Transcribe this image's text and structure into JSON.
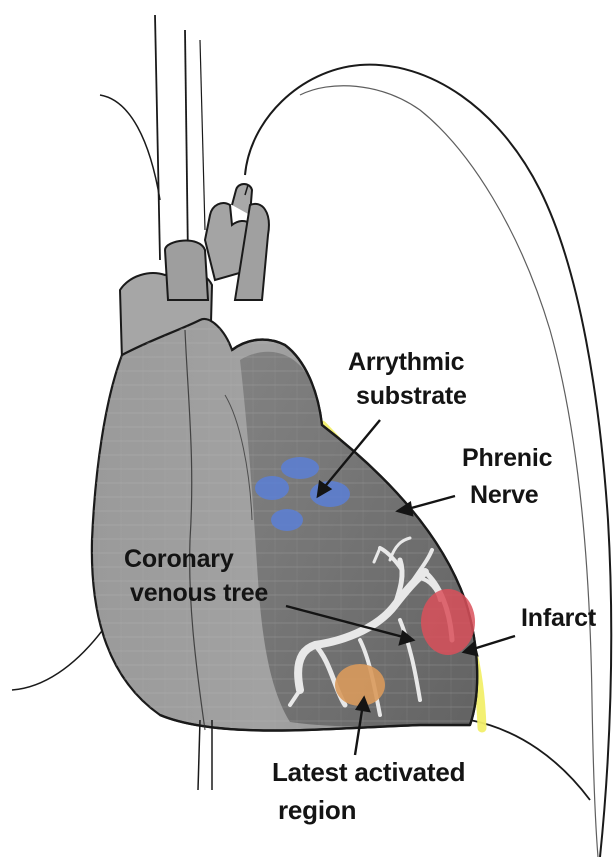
{
  "labels": {
    "arrythmic_1": "Arrythmic",
    "arrythmic_2": "substrate",
    "phrenic_1": "Phrenic",
    "phrenic_2": "Nerve",
    "coronary_1": "Coronary",
    "coronary_2": "venous tree",
    "infarct": "Infarct",
    "latest_1": "Latest activated",
    "latest_2": "region"
  },
  "colors": {
    "outline": "#1a1a1a",
    "heart_fill": "#8c8c8c",
    "lv_fill": "#6f6f6f",
    "phrenic": "#f2ef6a",
    "substrate": "#5b7fd6",
    "infarct": "#d9505a",
    "latest_region": "#d99a5c",
    "veins": "#e6e6e6"
  }
}
